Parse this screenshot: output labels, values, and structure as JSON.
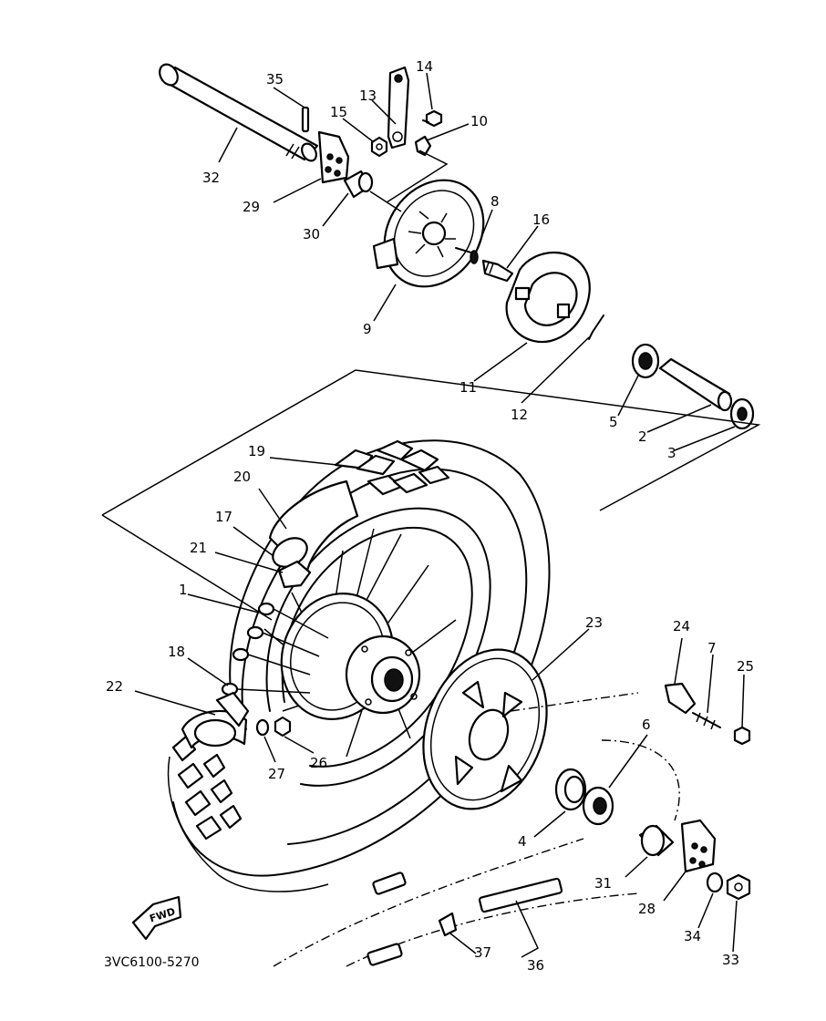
{
  "diagram_code": "3VC6100-5270",
  "fwd_label": "FWD",
  "callouts": [
    {
      "id": "c1",
      "label": "1"
    },
    {
      "id": "c2",
      "label": "2"
    },
    {
      "id": "c3",
      "label": "3"
    },
    {
      "id": "c4",
      "label": "4"
    },
    {
      "id": "c5",
      "label": "5"
    },
    {
      "id": "c6",
      "label": "6"
    },
    {
      "id": "c7",
      "label": "7"
    },
    {
      "id": "c8",
      "label": "8"
    },
    {
      "id": "c9",
      "label": "9"
    },
    {
      "id": "c10",
      "label": "10"
    },
    {
      "id": "c11",
      "label": "11"
    },
    {
      "id": "c12",
      "label": "12"
    },
    {
      "id": "c13",
      "label": "13"
    },
    {
      "id": "c14",
      "label": "14"
    },
    {
      "id": "c15",
      "label": "15"
    },
    {
      "id": "c16",
      "label": "16"
    },
    {
      "id": "c17",
      "label": "17"
    },
    {
      "id": "c18",
      "label": "18"
    },
    {
      "id": "c19",
      "label": "19"
    },
    {
      "id": "c20",
      "label": "20"
    },
    {
      "id": "c21",
      "label": "21"
    },
    {
      "id": "c22",
      "label": "22"
    },
    {
      "id": "c23",
      "label": "23"
    },
    {
      "id": "c24",
      "label": "24"
    },
    {
      "id": "c25",
      "label": "25"
    },
    {
      "id": "c26",
      "label": "26"
    },
    {
      "id": "c27",
      "label": "27"
    },
    {
      "id": "c28",
      "label": "28"
    },
    {
      "id": "c29",
      "label": "29"
    },
    {
      "id": "c30",
      "label": "30"
    },
    {
      "id": "c31",
      "label": "31"
    },
    {
      "id": "c32",
      "label": "32"
    },
    {
      "id": "c33",
      "label": "33"
    },
    {
      "id": "c34",
      "label": "34"
    },
    {
      "id": "c35",
      "label": "35"
    },
    {
      "id": "c36",
      "label": "36"
    },
    {
      "id": "c37",
      "label": "37"
    }
  ]
}
